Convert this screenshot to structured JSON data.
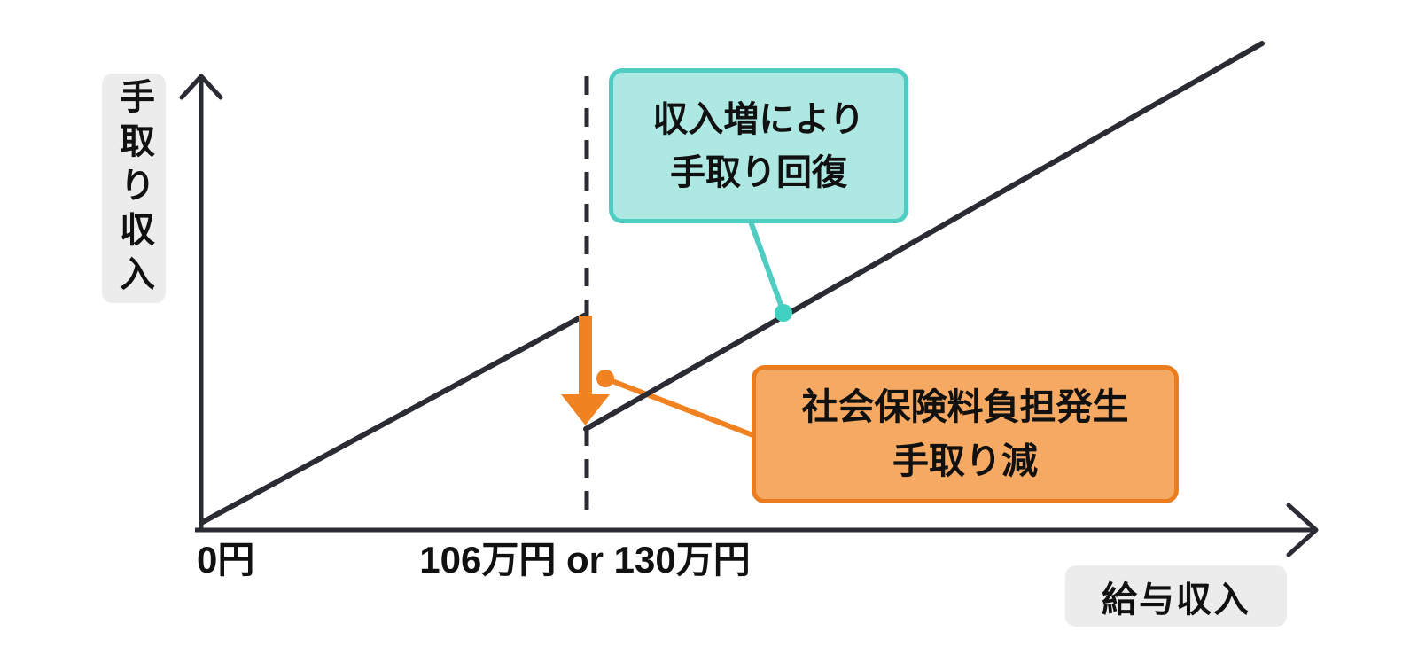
{
  "chart": {
    "y_axis_label": "手取り収入",
    "x_axis_label": "給与収入",
    "x_tick_origin": "0円",
    "x_tick_threshold": "106万円 or 130万円",
    "callout_recover": {
      "line1": "収入増により",
      "line2": "手取り回復"
    },
    "callout_drop": {
      "line1": "社会保険料負担発生",
      "line2": "手取り減"
    },
    "colors": {
      "axis_and_line": "#2A2B33",
      "teal_fill": "#ADE8E2",
      "teal_border": "#4FCDC3",
      "teal_dot": "#41D1C1",
      "orange_fill": "#F5A963",
      "orange_border": "#EB7D1F",
      "orange_accent": "#F08221",
      "label_bg": "#ECECEC",
      "text": "#111111"
    }
  },
  "chart_data": {
    "type": "line",
    "title": "",
    "xlabel": "給与収入",
    "ylabel": "手取り収入",
    "x_ticks": [
      "0円",
      "106万円 or 130万円"
    ],
    "grid": false,
    "legend": false,
    "series": [
      {
        "name": "手取り収入",
        "description": "給与収入に比例して手取りが増えるが、106万円 or 130万円の閾値で社会保険料負担が発生して手取りが落ち、その後収入増により回復する折れ線",
        "relative_points": [
          {
            "x": 0.0,
            "y": 0.0,
            "label": "0円"
          },
          {
            "x": 1.0,
            "y": 1.0,
            "label": "閾値直前 (106万円 or 130万円)"
          },
          {
            "x": 1.0,
            "y": 0.46,
            "label": "閾値直後 (手取り減)"
          },
          {
            "x": 2.75,
            "y": 2.27,
            "label": "右端 (手取り回復後)"
          }
        ]
      }
    ],
    "annotations": [
      {
        "text": "収入増により 手取り回復",
        "color": "#4FCDC3",
        "anchor": "閾値より右の上昇線上の点"
      },
      {
        "text": "社会保険料負担発生 手取り減",
        "color": "#F08221",
        "anchor": "閾値での下向き矢印（手取りの落ち込み）"
      }
    ],
    "threshold_marker": {
      "style": "vertical-dashed-line",
      "x_label": "106万円 or 130万円",
      "drop_arrow_color": "#F08221"
    }
  }
}
